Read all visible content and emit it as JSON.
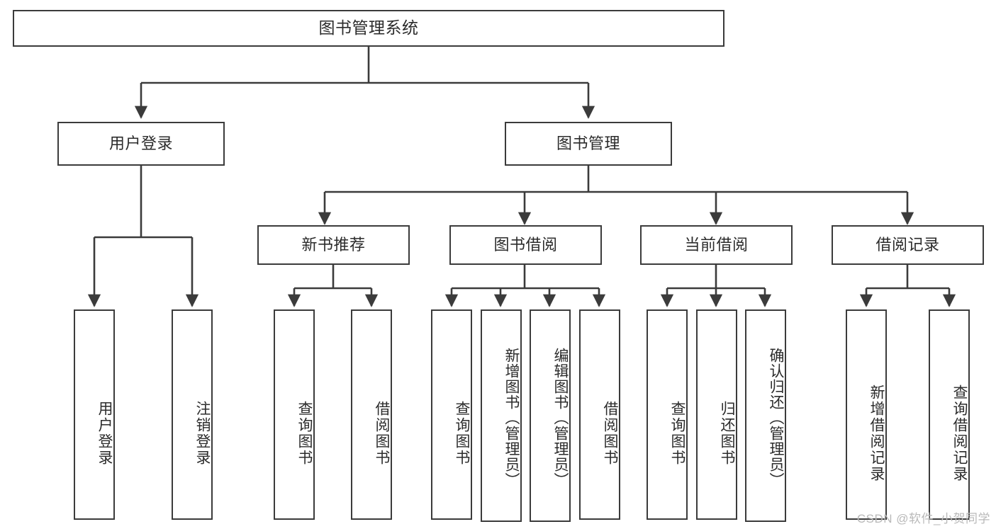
{
  "diagram": {
    "title": "图书管理系统",
    "watermark": "CSDN @软件_小贺同学",
    "root": {
      "label": "图书管理系统"
    },
    "level1": [
      {
        "label": "用户登录"
      },
      {
        "label": "图书管理"
      }
    ],
    "level2": [
      {
        "label": "新书推荐"
      },
      {
        "label": "图书借阅"
      },
      {
        "label": "当前借阅"
      },
      {
        "label": "借阅记录"
      }
    ],
    "leaves": {
      "user_login": [
        {
          "label": "用户登录"
        },
        {
          "label": "注销登录"
        }
      ],
      "new_book_recommend": [
        {
          "label": "查询图书"
        },
        {
          "label": "借阅图书"
        }
      ],
      "book_borrow": [
        {
          "label": "查询图书"
        },
        {
          "label": "新增图书（管理员）"
        },
        {
          "label": "编辑图书（管理员）"
        },
        {
          "label": "借阅图书"
        }
      ],
      "current_borrow": [
        {
          "label": "查询图书"
        },
        {
          "label": "归还图书"
        },
        {
          "label": "确认归还（管理员）"
        }
      ],
      "borrow_record": [
        {
          "label": "新增借阅记录"
        },
        {
          "label": "查询借阅记录"
        }
      ]
    }
  }
}
